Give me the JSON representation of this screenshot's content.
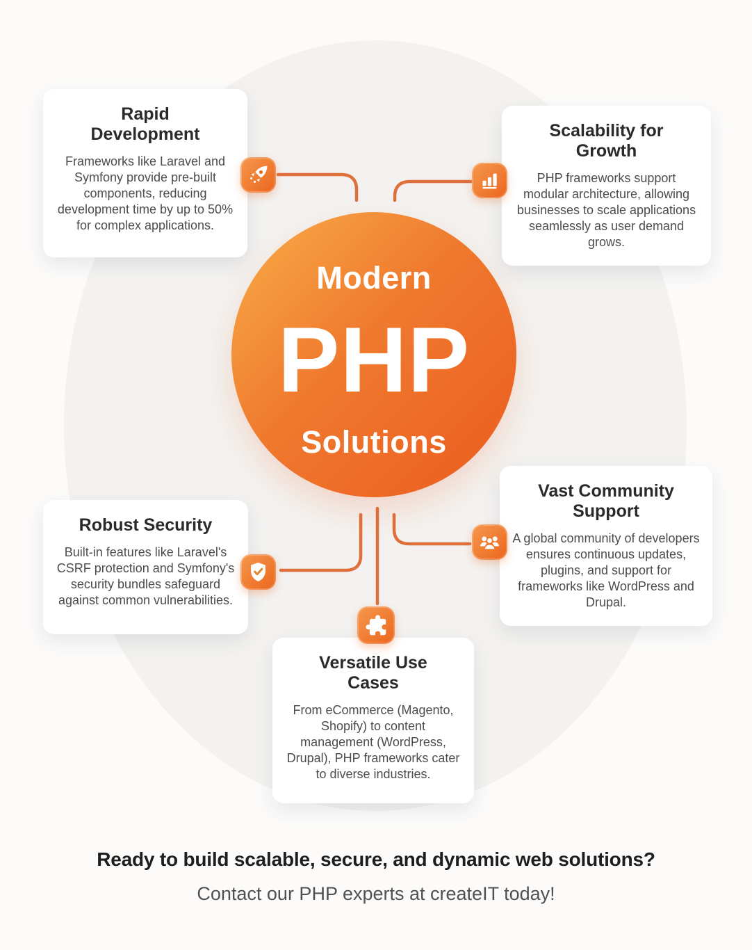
{
  "center": {
    "line1": "Modern",
    "line2": "PHP",
    "line3": "Solutions"
  },
  "cards": [
    {
      "id": "rapid-development",
      "icon": "rocket-icon",
      "title": "Rapid\nDevelopment",
      "body": "Frameworks like Laravel and Symfony provide pre-built components, reducing development time by up to 50% for complex applications."
    },
    {
      "id": "scalability-for-growth",
      "icon": "bar-chart-icon",
      "title": "Scalability for\nGrowth",
      "body": "PHP frameworks support modular architecture, allowing businesses to scale applications seamlessly as user demand grows."
    },
    {
      "id": "robust-security",
      "icon": "shield-check-icon",
      "title": "Robust Security",
      "body": "Built-in features like Laravel's CSRF protection and Symfony's security bundles safeguard against common vulnerabilities."
    },
    {
      "id": "vast-community-support",
      "icon": "people-icon",
      "title": "Vast Community\nSupport",
      "body": "A global community of developers ensures continuous updates, plugins, and support for frameworks like WordPress and Drupal."
    },
    {
      "id": "versatile-use-cases",
      "icon": "puzzle-icon",
      "title": "Versatile Use\nCases",
      "body": "From eCommerce (Magento, Shopify) to content management (WordPress, Drupal), PHP frameworks cater to diverse industries."
    }
  ],
  "footer": {
    "heading": "Ready to build scalable, secure, and dynamic web solutions?",
    "subheading": "Contact our PHP experts at createIT today!"
  },
  "colors": {
    "circle_gradient_start": "#F9AD49",
    "circle_gradient_end": "#EC5A1E",
    "tile_gradient_start": "#F5984E",
    "tile_gradient_end": "#EB661D",
    "connector": "#DF6F3B",
    "card_background": "#FFFFFF",
    "title_text": "#2A2A2A",
    "body_text": "#4C4C4C",
    "background_ellipse": "#F3F2F0"
  }
}
